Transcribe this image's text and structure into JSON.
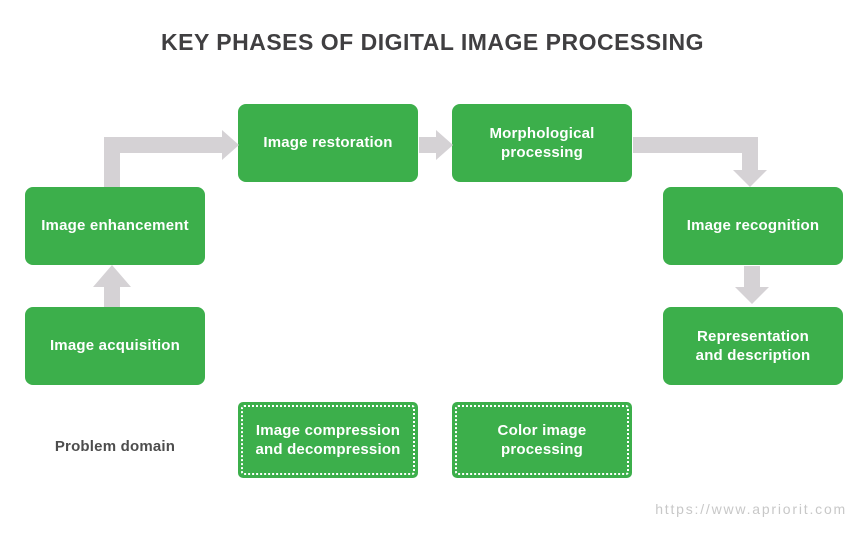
{
  "title": "KEY PHASES OF DIGITAL IMAGE PROCESSING",
  "nodes": {
    "image_acquisition": {
      "label": "Image acquisition",
      "style": "solid"
    },
    "image_enhancement": {
      "label": "Image enhancement",
      "style": "solid"
    },
    "image_restoration": {
      "label": "Image restoration",
      "style": "solid"
    },
    "morphological_processing": {
      "label": "Morphological\nprocessing",
      "style": "solid"
    },
    "image_recognition": {
      "label": "Image recognition",
      "style": "solid"
    },
    "representation_and_description": {
      "label": "Representation\nand description",
      "style": "solid"
    },
    "image_compression_and_decompression": {
      "label": "Image compression\nand decompression",
      "style": "dashed"
    },
    "color_image_processing": {
      "label": "Color image\nprocessing",
      "style": "dashed"
    }
  },
  "edges": [
    {
      "from": "image_acquisition",
      "to": "image_enhancement",
      "direction": "up"
    },
    {
      "from": "image_enhancement",
      "to": "image_restoration",
      "direction": "up-right"
    },
    {
      "from": "image_restoration",
      "to": "morphological_processing",
      "direction": "right"
    },
    {
      "from": "morphological_processing",
      "to": "image_recognition",
      "direction": "right-down"
    },
    {
      "from": "image_recognition",
      "to": "representation_and_description",
      "direction": "down"
    }
  ],
  "labels": {
    "problem_domain": "Problem domain"
  },
  "footer": {
    "url": "https://www.apriorit.com"
  },
  "colors": {
    "box_green": "#3caf4b",
    "arrow_gray": "#d5d2d5",
    "title_text": "#403f41",
    "label_text": "#4d4d4d",
    "url_text": "#c8c8c8",
    "box_text": "#ffffff"
  }
}
